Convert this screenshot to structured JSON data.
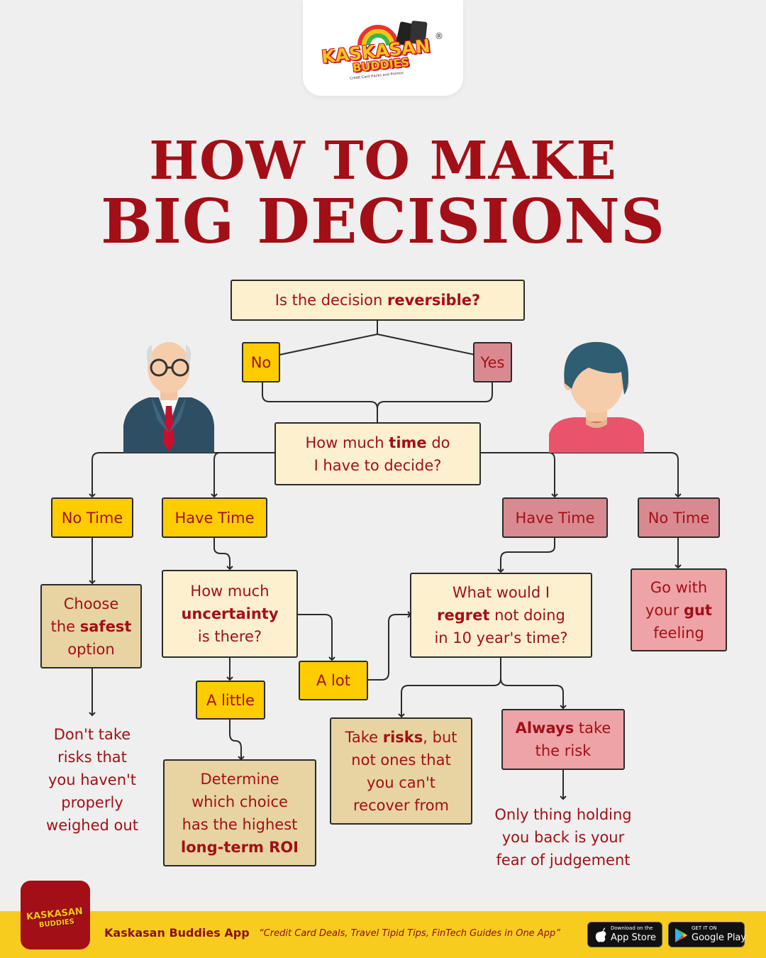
{
  "brand": {
    "name_line1": "KASKASAN",
    "name_line2": "BUDDIES",
    "tagline": "Credit Card Hacks and Promos",
    "registered": "®"
  },
  "title": {
    "line1": "HOW TO MAKE",
    "line2": "BIG DECISIONS"
  },
  "flow": {
    "q1": {
      "pre": "Is the decision ",
      "bold": "reversible?"
    },
    "no": "No",
    "yes": "Yes",
    "q2": {
      "pre": "How much ",
      "bold": "time",
      "post": " do",
      "line2": "I have to decide?"
    },
    "left_no_time": "No Time",
    "left_have_time": "Have Time",
    "right_have_time": "Have Time",
    "right_no_time": "No Time",
    "safest": {
      "l1": "Choose",
      "l2_pre": "the ",
      "l2_bold": "safest",
      "l3": "option"
    },
    "safest_note": [
      "Don't take",
      "risks that",
      "you haven't",
      "properly",
      "weighed out"
    ],
    "uncertainty": {
      "l1": "How much",
      "l2_bold": "uncertainty",
      "l3": "is there?"
    },
    "a_lot": "A lot",
    "a_little": "A little",
    "roi": {
      "l1": "Determine",
      "l2": "which choice",
      "l3": "has the highest",
      "l4_bold": "long-term ROI"
    },
    "regret": {
      "l1": "What would I",
      "l2_bold": "regret",
      "l2_post": " not doing",
      "l3": "in 10 year's time?"
    },
    "gut": {
      "l1": "Go with",
      "l2_pre": "your ",
      "l2_bold": "gut",
      "l3": "feeling"
    },
    "risks": {
      "l1_pre": "Take ",
      "l1_bold": "risks",
      "l1_post": ", but",
      "l2": "not ones that",
      "l3": "you can't",
      "l4": "recover from"
    },
    "always": {
      "l1_bold": "Always",
      "l1_post": " take",
      "l2": "the risk"
    },
    "always_note": [
      "Only thing holding",
      "you back is your",
      "fear of judgement"
    ]
  },
  "footer": {
    "app_name": "Kaskasan Buddies App",
    "app_tagline": "“Credit Card Deals, Travel Tipid Tips, FinTech Guides in One App”",
    "appstore_small": "Download on the",
    "appstore_big": "App Store",
    "googleplay_small": "GET IT ON",
    "googleplay_big": "Google Play"
  },
  "colors": {
    "title_red": "#a30f17",
    "question_box": "#fdf0cf",
    "yellow_label": "#ffcc00",
    "pink_label": "#d98a90",
    "tan_box": "#e7d4a2",
    "pink_box": "#eea3a7",
    "footer_bar": "#f7cc1f"
  },
  "icons": [
    "old-man-icon",
    "young-man-icon",
    "apple-icon",
    "google-play-icon"
  ]
}
